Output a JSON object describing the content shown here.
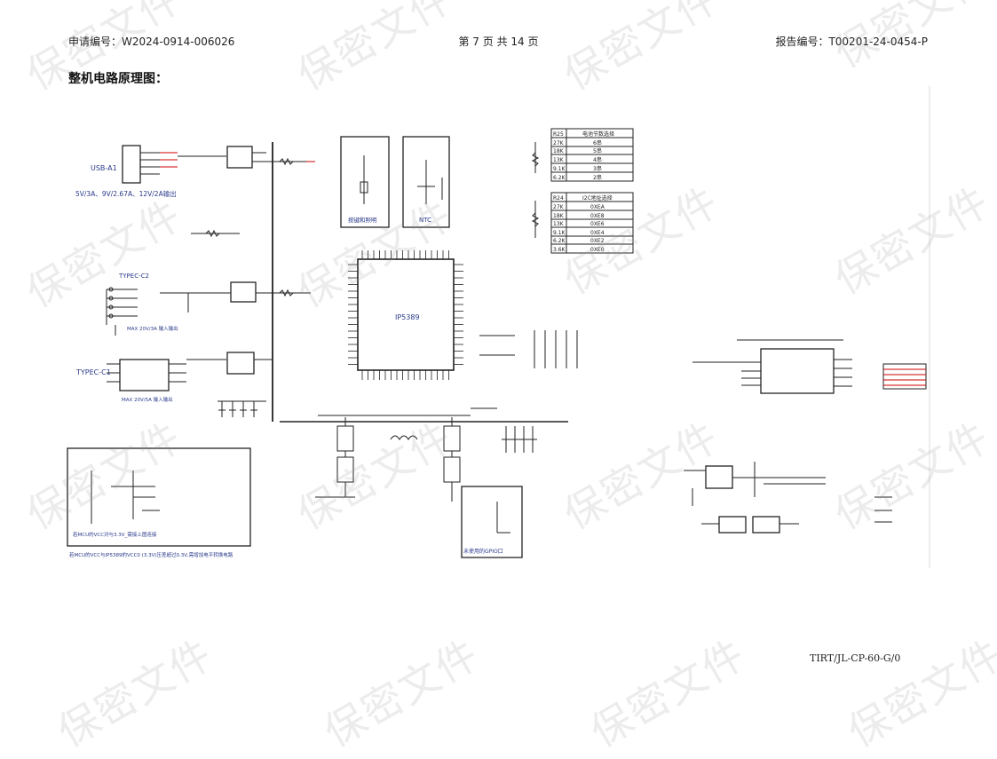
{
  "header": {
    "application_no_label": "申请编号：",
    "application_no": "W2024-0914-006026",
    "page_prefix": "第",
    "page_current": "7",
    "page_mid": "页 共",
    "page_total": "14",
    "page_suffix": "页",
    "report_no_label": "报告编号：",
    "report_no": "T00201-24-0454-P"
  },
  "section_title": "整机电路原理图：",
  "watermark_text": "保密文件",
  "footer_code": "TIRT/JL-CP-60-G/0",
  "schematic": {
    "usb_label": "USB-A1",
    "usb_output": "5V/3A、9V/2.67A、12V/2A输出",
    "typec2_label": "TYPEC-C2",
    "typec2_note": "MAX 20V/3A 输入输出",
    "typec1_label": "TYPEC-C1",
    "typec1_note": "MAX 20V/5A 输入输出",
    "ic_label": "IP5389",
    "key_light_label": "按键和照明",
    "ntc_label": "NTC",
    "gpio_label": "未使用的GPIO口",
    "mcu_box_label": "若MCU的VCC对与3.3V_需接上图连接",
    "mcu_note": "若MCU的VCC与IP5389的VCC0 (3.3V)压差超过0.3V,需增加电平转换电路",
    "table1_headers": [
      "R25",
      "电池节数选择"
    ],
    "table1_rows": [
      [
        "27K",
        "6串"
      ],
      [
        "18K",
        "5串"
      ],
      [
        "13K",
        "4串"
      ],
      [
        "9.1K",
        "3串"
      ],
      [
        "6.2K",
        "2串"
      ]
    ],
    "table2_headers": [
      "R24",
      "I2C地址选择"
    ],
    "table2_rows": [
      [
        "27K",
        "0XEA"
      ],
      [
        "18K",
        "0XE8"
      ],
      [
        "13K",
        "0XE6"
      ],
      [
        "9.1K",
        "0XE4"
      ],
      [
        "6.2K",
        "0XE2"
      ],
      [
        "3.6K",
        "0XE0"
      ]
    ]
  }
}
